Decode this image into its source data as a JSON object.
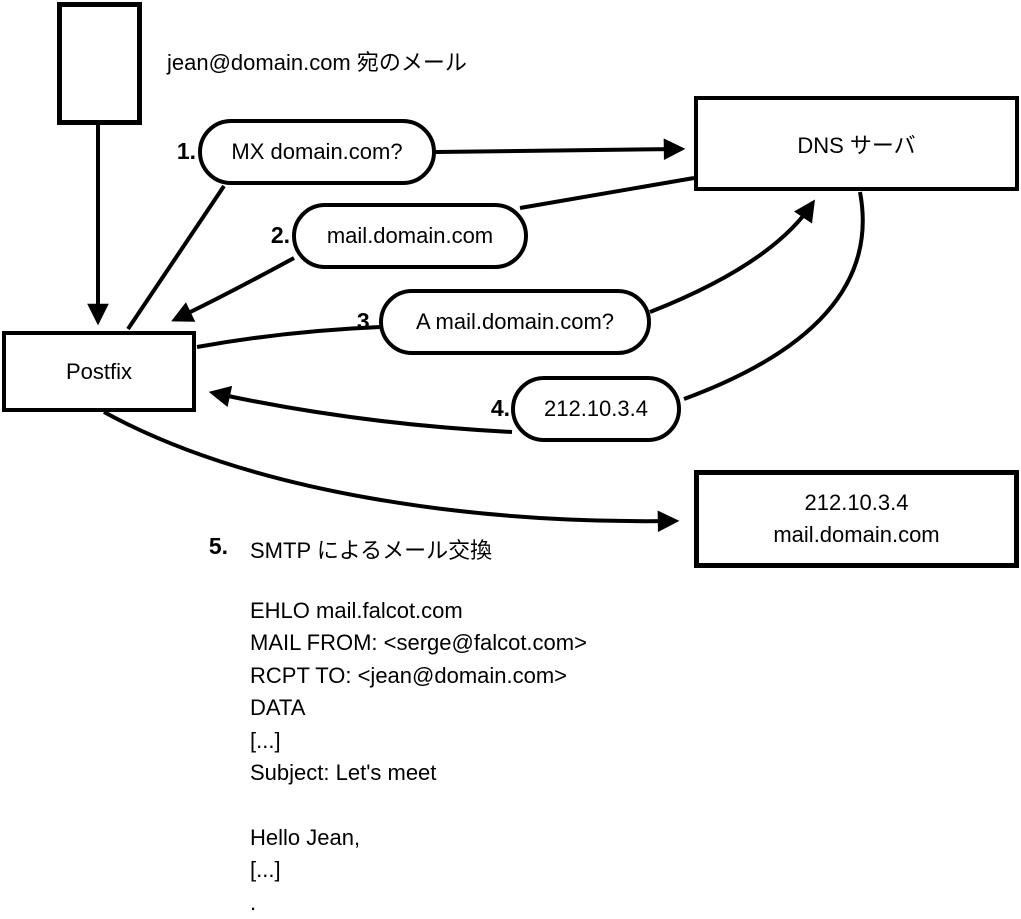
{
  "diagram": {
    "mail_title": "jean@domain.com 宛のメール",
    "nodes": {
      "postfix": "Postfix",
      "dns_server": "DNS サーバ",
      "mail_server_line1": "212.10.3.4",
      "mail_server_line2": "mail.domain.com"
    },
    "steps": [
      {
        "num": "1.",
        "label": "MX domain.com?"
      },
      {
        "num": "2.",
        "label": "mail.domain.com"
      },
      {
        "num": "3.",
        "label": "A mail.domain.com?"
      },
      {
        "num": "4.",
        "label": "212.10.3.4"
      },
      {
        "num": "5.",
        "label": "SMTP によるメール交換"
      }
    ],
    "smtp_session": [
      "EHLO mail.falcot.com",
      "MAIL FROM: <serge@falcot.com>",
      "RCPT TO: <jean@domain.com>",
      "DATA",
      "[...]",
      "Subject: Let's meet",
      "",
      "Hello Jean,",
      "[...]",
      "."
    ],
    "colors": {
      "stroke": "#000000",
      "background": "#ffffff"
    }
  }
}
